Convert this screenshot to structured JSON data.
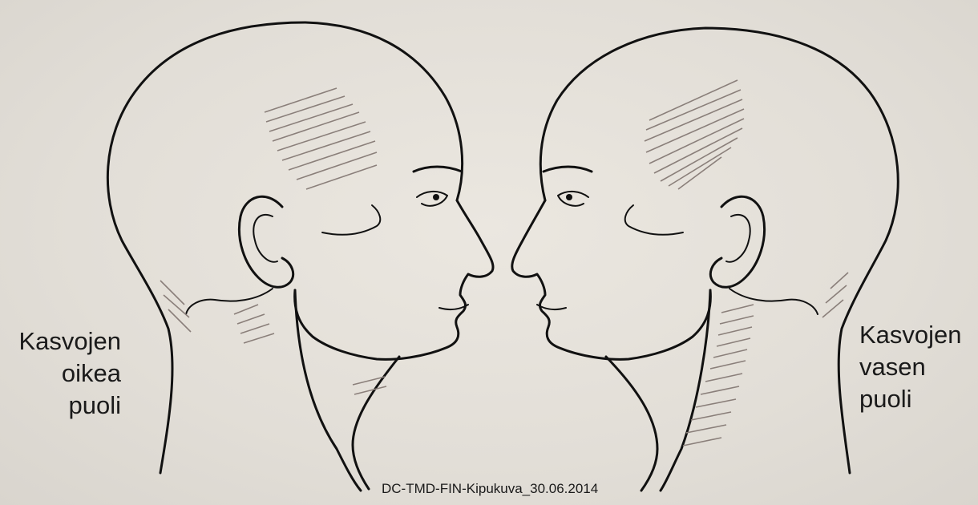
{
  "labels": {
    "right_side": [
      "Kasvojen",
      "oikea",
      "puoli"
    ],
    "left_side": [
      "Kasvojen",
      "vasen",
      "puoli"
    ]
  },
  "footer": "DC-TMD-FIN-Kipukuva_30.06.2014",
  "colors": {
    "background": "#e3dfd8",
    "ink": "#111111",
    "pain_shading": "#8a7f7a"
  }
}
